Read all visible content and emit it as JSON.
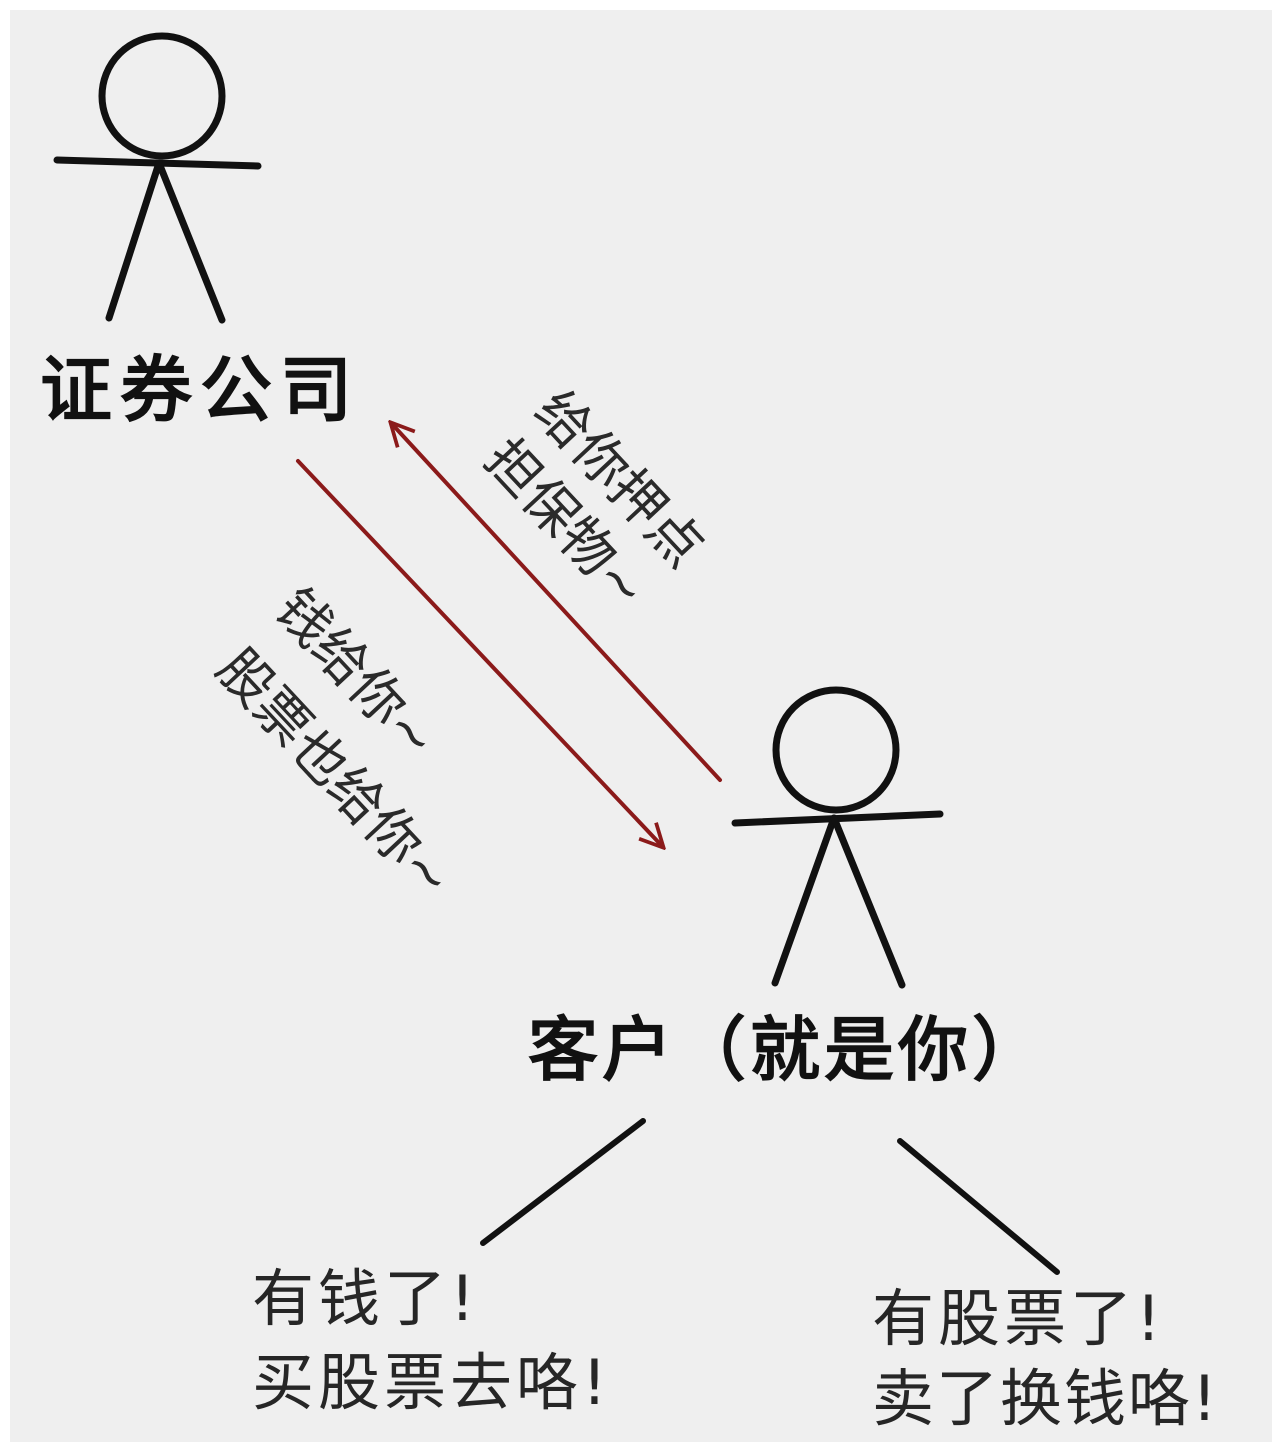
{
  "colors": {
    "background": "#efefef",
    "ink": "#111111",
    "arrow": "#8b1a1a"
  },
  "actors": {
    "broker": {
      "label": "证券公司",
      "icon": "stick-figure-icon"
    },
    "client": {
      "label": "客户（就是你）",
      "icon": "stick-figure-icon"
    }
  },
  "arrows": {
    "to_broker": {
      "line1": "给你押点",
      "line2": "担保物~"
    },
    "to_client": {
      "line1": "钱给你~",
      "line2": "股票也给你~"
    }
  },
  "outcomes": {
    "left": {
      "line1": "有钱了!",
      "line2": "买股票去咯!"
    },
    "right": {
      "line1": "有股票了!",
      "line2": "卖了换钱咯!"
    }
  }
}
